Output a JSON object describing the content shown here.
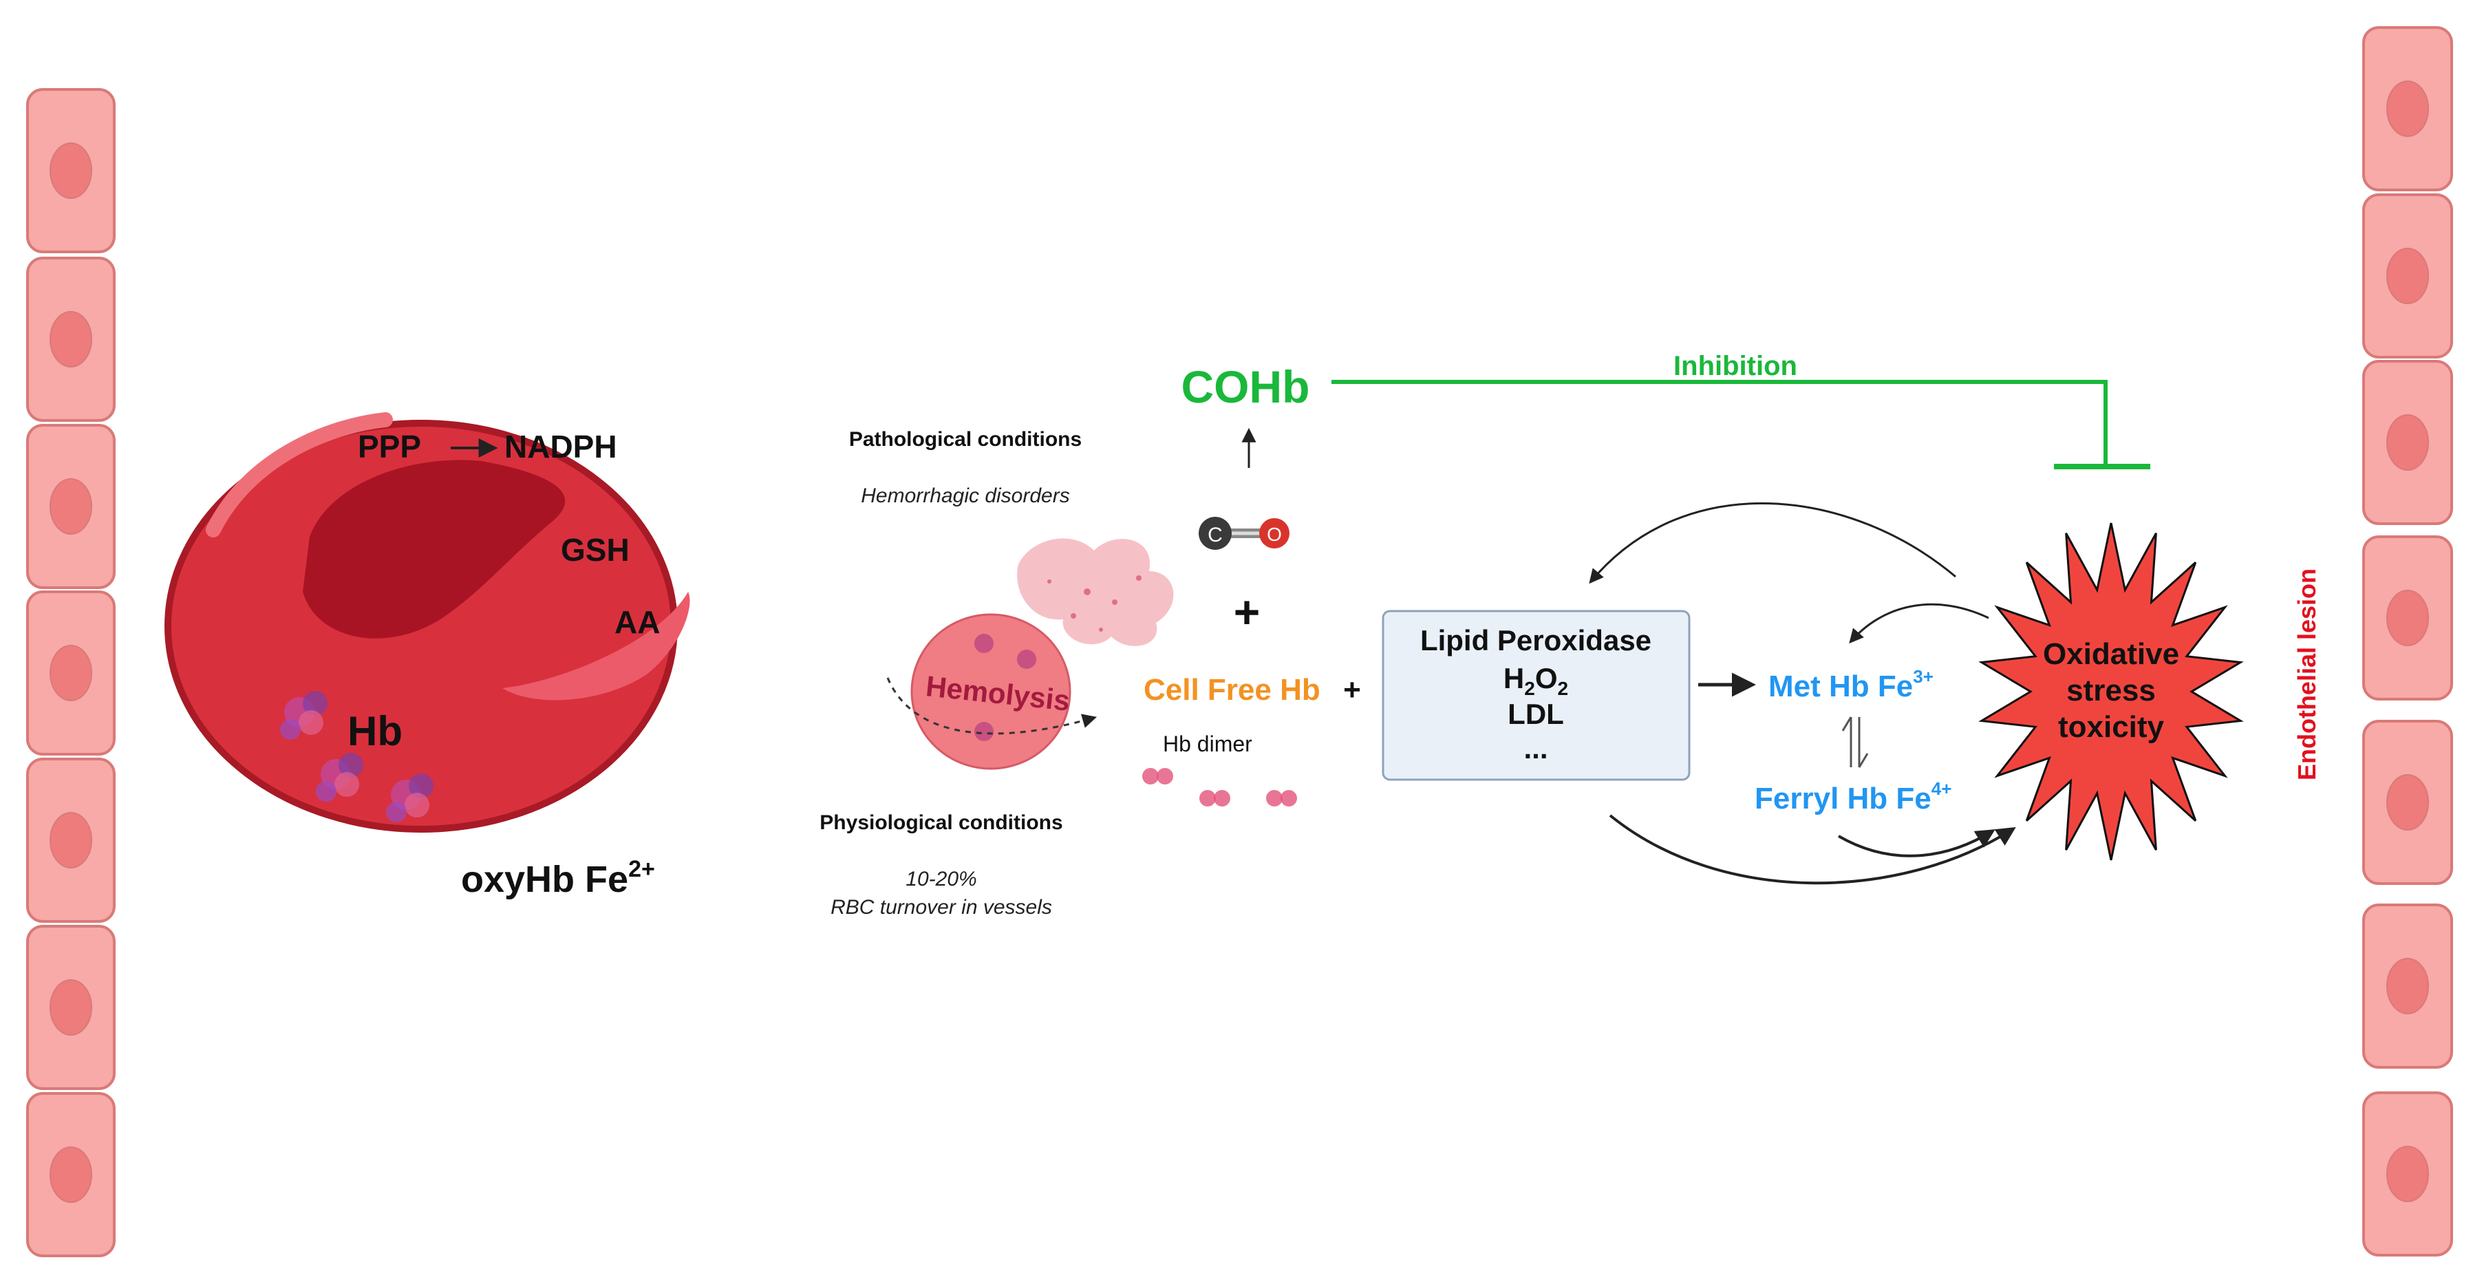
{
  "colors": {
    "cell_fill": "#f7aaa8",
    "cell_stroke": "#d97a78",
    "cell_nucleus": "#ee7c7c",
    "rbc_fill": "#d9303e",
    "rbc_stroke": "#a81a26",
    "rbc_dark": "#a81424",
    "green": "#1ab83a",
    "orange": "#f39222",
    "blue": "#2196f3",
    "red_text": "#e3101e",
    "star_fill": "#f0453e",
    "box_fill": "#e9f0f8",
    "box_stroke": "#8ea2bd"
  },
  "rbc": {
    "ppp": "PPP",
    "nadph": "NADPH",
    "gsh": "GSH",
    "aa": "AA",
    "hb": "Hb",
    "oxyhb": "oxyHb Fe",
    "oxyhb_sup": "2+"
  },
  "conditions": {
    "pathological_title": "Pathological conditions",
    "pathological_sub": "Hemorrhagic disorders",
    "physiological_title": "Physiological conditions",
    "physiological_line1": "10-20%",
    "physiological_line2": "RBC turnover in vessels"
  },
  "hemolysis": {
    "label": "Hemolysis"
  },
  "co": {
    "c_label": "C",
    "o_label": "O",
    "cohb": "COHb",
    "plus": "+"
  },
  "cell_free": {
    "label": "Cell Free Hb",
    "plus": "+",
    "dimer_label": "Hb dimer"
  },
  "box": {
    "line1": "Lipid Peroxidase",
    "h2o2_h": "H",
    "h2o2_2a": "2",
    "h2o2_o": "O",
    "h2o2_2b": "2",
    "line3": "LDL",
    "line4": "..."
  },
  "met": {
    "label": "Met Hb Fe",
    "sup": "3+"
  },
  "ferryl": {
    "label": "Ferryl Hb Fe",
    "sup": "4+"
  },
  "inhibition": {
    "label": "Inhibition"
  },
  "stress": {
    "line1": "Oxidative",
    "line2": "stress",
    "line3": "toxicity"
  },
  "endothelial": {
    "label": "Endothelial lesion"
  }
}
